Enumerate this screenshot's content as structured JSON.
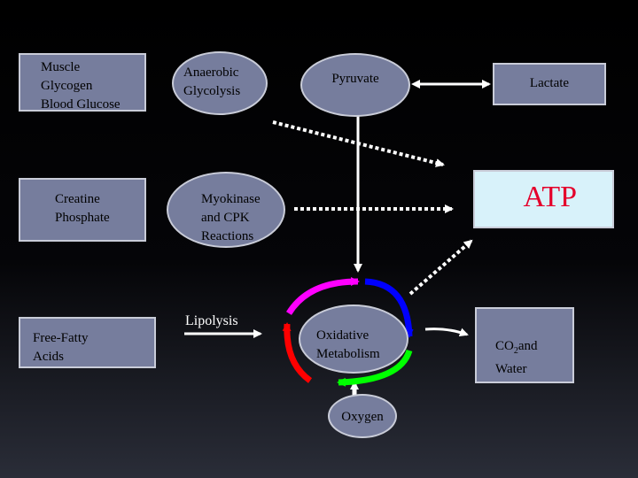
{
  "nodes": {
    "muscle_glycogen": [
      "Muscle",
      "Glycogen",
      "Blood Glucose"
    ],
    "creatine_phosphate": [
      "Creatine",
      "Phosphate"
    ],
    "free_fatty_acids": [
      "Free-Fatty",
      "Acids"
    ],
    "anaerobic_glycolysis": [
      "Anaerobic",
      "Glycolysis"
    ],
    "myokinase": [
      "Myokinase",
      "and CPK",
      "Reactions"
    ],
    "lipolysis": "Lipolysis",
    "pyruvate": "Pyruvate",
    "lactate": "Lactate",
    "atp": "ATP",
    "oxidative_metabolism": [
      "Oxidative",
      "Metabolism"
    ],
    "oxygen": "Oxygen",
    "co2_water": {
      "co": "CO",
      "sub": "2",
      "and": "and",
      "water": "Water"
    }
  },
  "colors": {
    "box_fill": "#767d9d",
    "box_border": "#c9ccd8",
    "atp_fill": "#d8f2fa",
    "atp_text": "#e4002b",
    "cycle_magenta": "#ff00ff",
    "cycle_blue": "#0000ff",
    "cycle_green": "#00ff00",
    "cycle_red": "#ff0000"
  }
}
